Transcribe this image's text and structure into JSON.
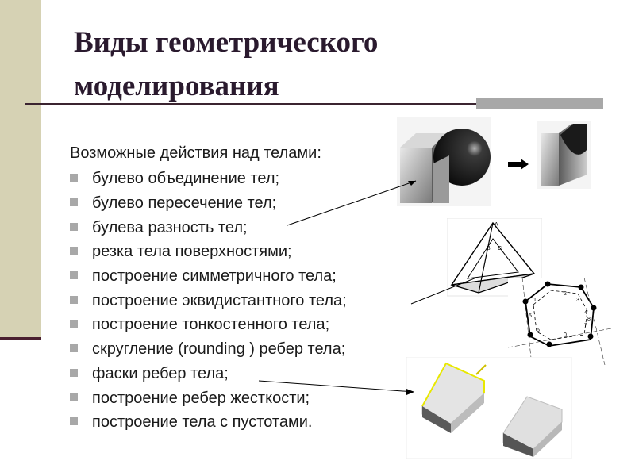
{
  "title_line1": "Виды геометрического",
  "title_line2": "моделирования",
  "intro": "Возможные действия над телами:",
  "items": [
    "булево объединение тел;",
    "булево пересечение тел;",
    "булева разность тел;",
    "резка тела поверхностями;",
    "построение симметричного тела;",
    "построение эквидистантного тела;",
    "построение тонкостенного тела;",
    "скругление (rounding ) ребер тела;",
    "фаски ребер тела;",
    "построение ребер жесткости;",
    "построение тела с пустотами."
  ],
  "pyramid_labels": {
    "apex": "A",
    "b": "B",
    "c": "C"
  },
  "polygon_labels": [
    "1",
    "2",
    "3",
    "4",
    "5",
    "6",
    "7",
    "0",
    "8"
  ],
  "colors": {
    "sidebar": "#d6d2b4",
    "title": "#2a1a2e",
    "bullet": "#a8a8a8",
    "rule": "#3b2430"
  }
}
